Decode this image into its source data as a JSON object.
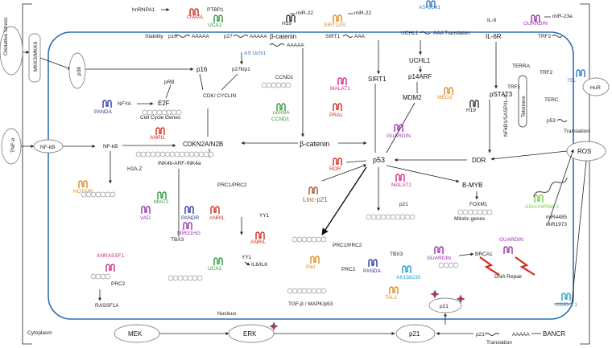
{
  "labels": {
    "cytoplasm": "Cytoplasm",
    "nucleus": "Nucleus",
    "oxidative_stress": "Oxidative Stress",
    "tnf_alpha": "TNF-α",
    "mkk": "MKK3/MKK6",
    "nfkb_out": "NF-kB",
    "nfkb_in": "NF-kB",
    "p38": "p38",
    "stability": "Stability",
    "p16_top": "p16",
    "aaaaa": "AAAAA",
    "aaa": "AAA",
    "p27_top": "p27",
    "beta_catenin_top": "β-catenin",
    "hnrnpa1": "hnRNPA1",
    "ptbp1": "PTBP1",
    "uca1_top": "UCA1",
    "ovaal": "OVAAL",
    "h19_top": "H19",
    "mir22a": "miR-22",
    "sirt1as": "SIRT1AS",
    "mir22b": "miR-22",
    "as_uchl1_top": "AS Uchl1",
    "uchl1_top": "UCHL1",
    "translation": "Translation",
    "sirt1_top": "SIRT1",
    "il6": "IL-6",
    "il6r": "IL-6R",
    "guardin_top": "GUARDIN",
    "mir23a": "miR-23a",
    "trf2_top": "TRF2",
    "p16": "p16",
    "p27kip1": "p27kip1",
    "as_uchl1": "AS Uchl1",
    "prb": "pRB",
    "cdk_cyclin": "CDK/ CYCLIN",
    "e2f": "E2F",
    "nfya": "NFYA",
    "panda_left": "PANDA",
    "cell_cycle_genes": "Cell Cycle Genes",
    "ccnd1": "CCND1",
    "ncrna": "ncRNA",
    "ccnd1_rna": "CCND1",
    "malat1_top": "MALAT1",
    "sirt1": "SIRT1",
    "uchl1": "UCHL1",
    "p14arf": "p14ARF",
    "mdm2": "MDM2",
    "meg3": "MEG3",
    "h19": "H19",
    "pstat3": "pSTAT3",
    "nfkb_sasp": "NFkB1/SASP/IL-6",
    "telomere": "Telomere",
    "terra": "TERRA",
    "trf1": "TRF1",
    "trf2": "TRF2",
    "terc": "TERC",
    "sevensl": "7SL",
    "hur": "HuR",
    "p53_small": "p53",
    "pral": "PRAL",
    "anril_top": "ANRIL",
    "cdkn2a": "CDKN2A/N2B",
    "beta_catenin": "β-catenin",
    "guardin_mid": "GUARDIN",
    "ror": "ROR",
    "p53": "p53",
    "ddr": "DDR",
    "ros": "ROS",
    "hotair": "HOTAIR",
    "h2az": "H2A.Z",
    "ink4b": "INK4b-ARF-INK4a",
    "prc1prc2": "PRC1/PRC2",
    "miat1": "MIAT1",
    "vad": "VAD",
    "pandr": "PANDR",
    "anril_mid": "ANRIL",
    "mir31hg": "MIR31HG",
    "linc_p21": "Linc-p21",
    "malat1_mid": "MALAT1",
    "bmyb": "B-MYB",
    "foxm1": "FOXM1",
    "mitotic_genes": "Mitotic genes",
    "p21_nuc": "p21",
    "asncmtrna2": "ASncmtRNA-2",
    "mir4485": "miR4485",
    "mir1973": "miR1973",
    "yy1a": "YY1",
    "yy1b": "YY1",
    "anril_low": "ANRIL",
    "il6il8": "IL6/IL8",
    "tbx3a": "TBX3",
    "uca1": "UCA1",
    "anrassf1": "ANRASSF1",
    "prc2a": "PRC2",
    "rassf1a": "RASSF1A",
    "pint": "Pint",
    "prc1prc2b": "PRC1/PRC2",
    "prc2b": "PRC2",
    "tgf": "TGF-β / MAPK/p53",
    "panda": "PANDA",
    "tbx3b": "TBX3",
    "ak156230": "AK156230",
    "tal1": "TAL1",
    "guardin_low": "GUARDIN",
    "brca1": "BRCA1",
    "guardin_dr": "GUARDIN",
    "dna_repair": "DNA Repair",
    "p21_low": "p21",
    "cdid21": "CDID-2:1",
    "mek": "MEK",
    "erk": "ERK",
    "p21_cyto": "p21",
    "bancr": "BANCR",
    "p21_mrna": "p21",
    "translation2": "Translation"
  },
  "colors": {
    "green": "#2e9b3a",
    "red": "#d12b20",
    "orange": "#e08a1e",
    "blue": "#2f78c7",
    "purple": "#9b2fb0",
    "magenta": "#d1268a",
    "navy": "#2b3a9e",
    "lightgreen": "#7bc943",
    "cyan": "#1fa0c9",
    "brown": "#a0522d",
    "cell_border": "#2f6db5"
  }
}
